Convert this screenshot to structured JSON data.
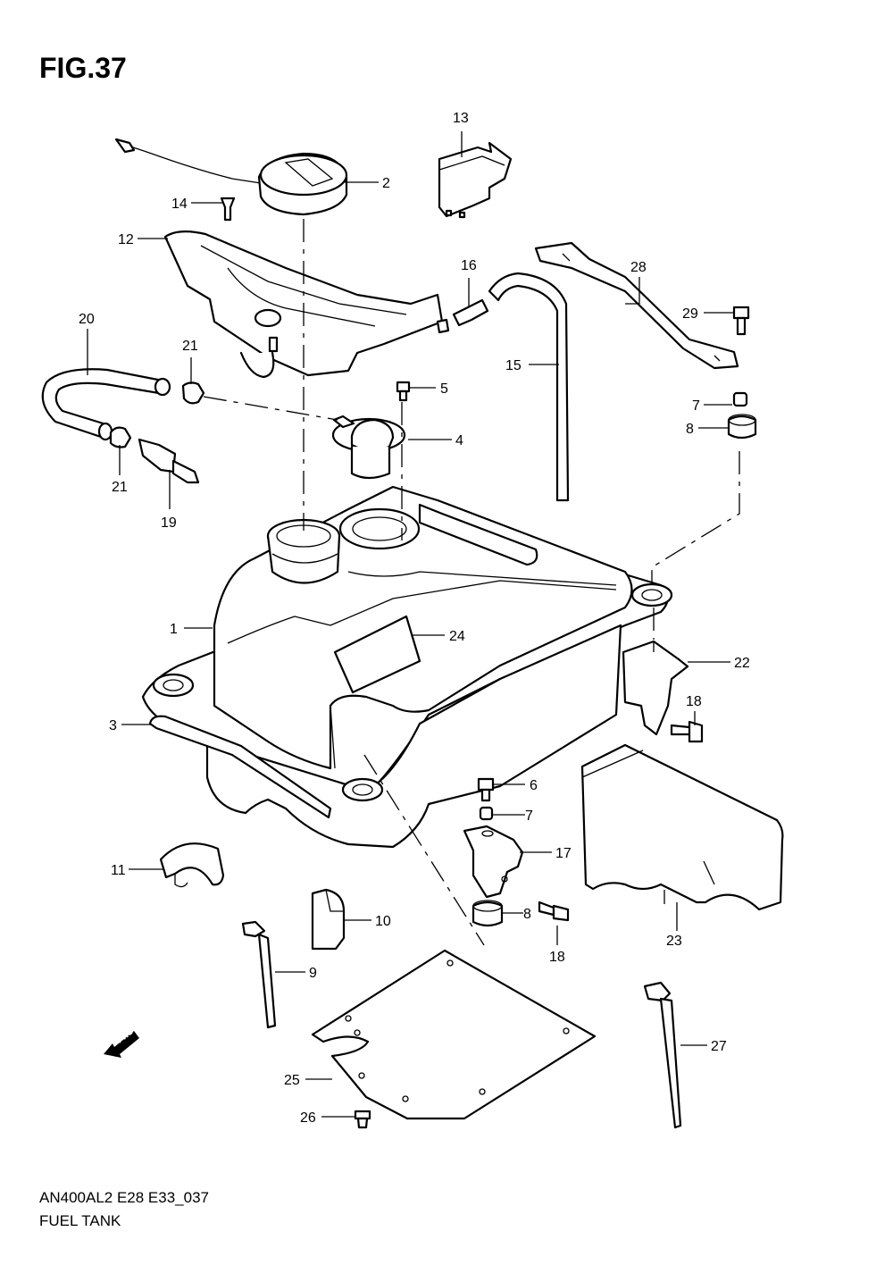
{
  "figure": {
    "title": "FIG.37",
    "model_code": "AN400AL2 E28 E33_037",
    "section_name": "FUEL TANK"
  },
  "direction_marker": {
    "label": "FWD",
    "icon": "forward-arrow-icon"
  },
  "callouts": {
    "c1": "1",
    "c2": "2",
    "c3": "3",
    "c4": "4",
    "c5": "5",
    "c6": "6",
    "c7a": "7",
    "c7b": "7",
    "c8a": "8",
    "c8b": "8",
    "c9": "9",
    "c10": "10",
    "c11": "11",
    "c12": "12",
    "c13": "13",
    "c14": "14",
    "c15": "15",
    "c16": "16",
    "c17": "17",
    "c18a": "18",
    "c18b": "18",
    "c19": "19",
    "c20": "20",
    "c21a": "21",
    "c21b": "21",
    "c22": "22",
    "c23": "23",
    "c24": "24",
    "c25": "25",
    "c26": "26",
    "c27": "27",
    "c28": "28",
    "c29": "29"
  }
}
